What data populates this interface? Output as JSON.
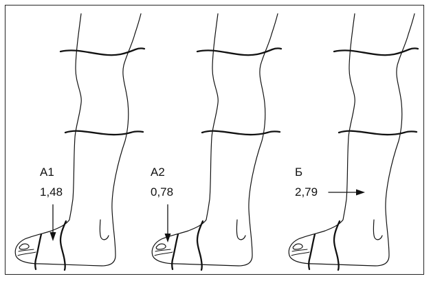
{
  "panels": [
    {
      "id": "A1",
      "label": "А1",
      "value": "1,48"
    },
    {
      "id": "A2",
      "label": "А2",
      "value": "0,78"
    },
    {
      "id": "B",
      "label": "Б",
      "value": "2,79"
    }
  ],
  "colors": {
    "line": "#111111",
    "frame": "#222222",
    "background": "#ffffff"
  }
}
